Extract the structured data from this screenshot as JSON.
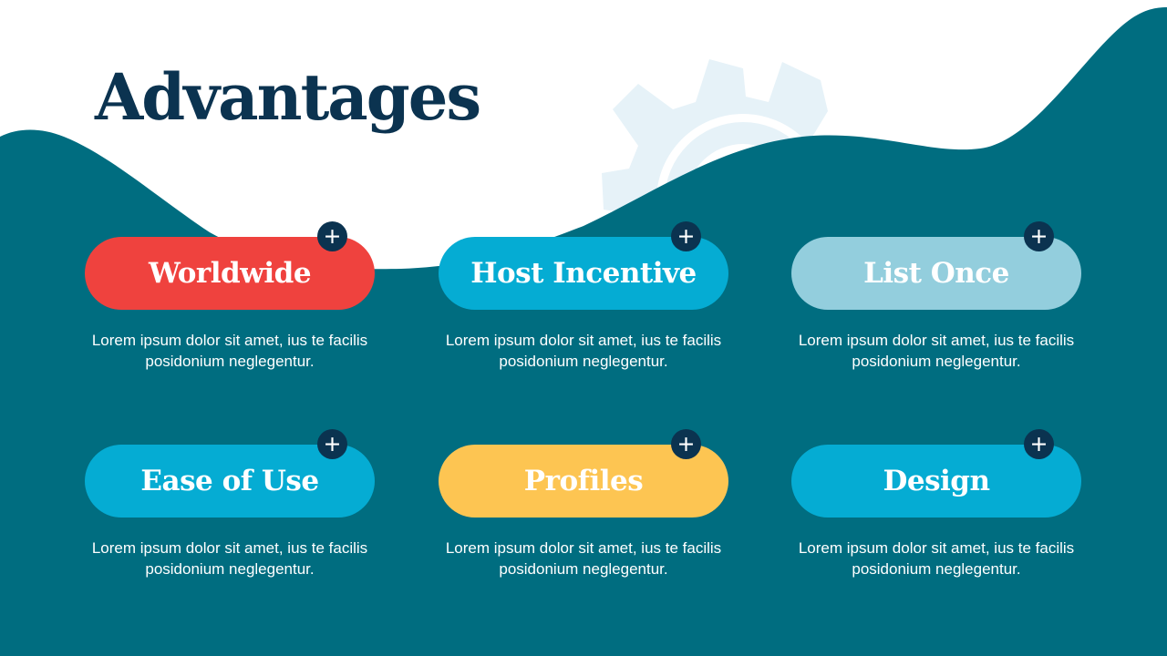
{
  "slide": {
    "title": "Advantages",
    "colors": {
      "background": "#ffffff",
      "wave": "#006d80",
      "title": "#0b3350",
      "gear": "#e6f2f8",
      "plus_badge": "#0b3350"
    },
    "decorations": {
      "background_icon": "gear-icon",
      "badge_icon": "plus-icon"
    },
    "cards": [
      {
        "label": "Worldwide",
        "color": "#ef423e",
        "description": "Lorem ipsum dolor sit amet, ius te facilis posidonium neglegentur."
      },
      {
        "label": "Host Incentive",
        "color": "#05acd3",
        "description": "Lorem ipsum dolor sit amet, ius te facilis posidonium neglegentur."
      },
      {
        "label": "List Once",
        "color": "#93cedd",
        "description": "Lorem ipsum dolor sit amet, ius te facilis posidonium neglegentur."
      },
      {
        "label": "Ease of Use",
        "color": "#05acd3",
        "description": "Lorem ipsum dolor sit amet, ius te facilis posidonium neglegentur."
      },
      {
        "label": "Profiles",
        "color": "#fdc552",
        "description": "Lorem ipsum dolor sit amet, ius te facilis posidonium neglegentur."
      },
      {
        "label": "Design",
        "color": "#05acd3",
        "description": "Lorem ipsum dolor sit amet, ius te facilis posidonium neglegentur."
      }
    ]
  }
}
